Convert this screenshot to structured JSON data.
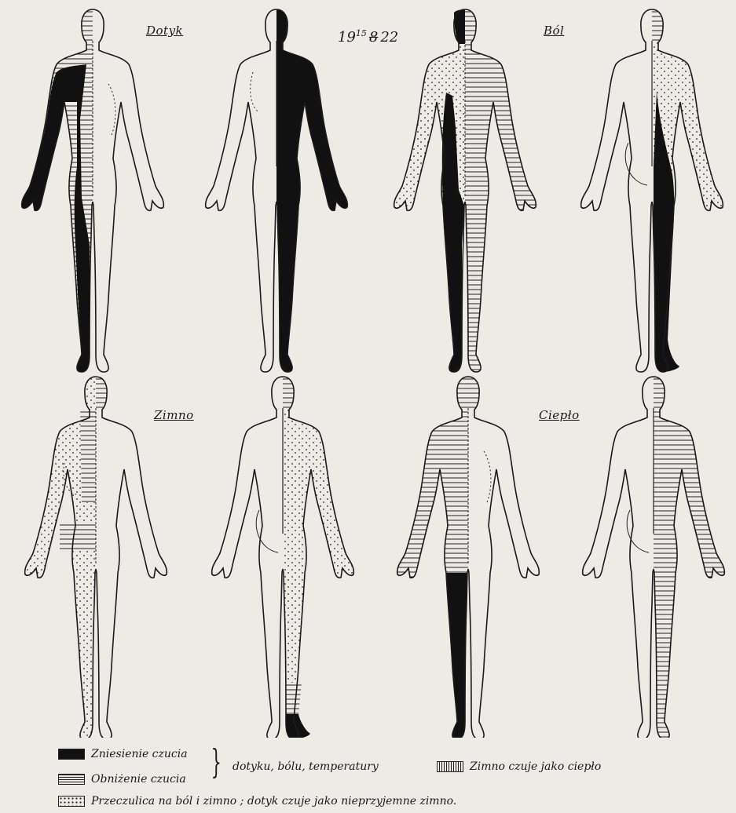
{
  "date": {
    "main": "19",
    "sup": "15",
    "mid": "8",
    "year": "22"
  },
  "captions": {
    "touch": "Dotyk",
    "pain": "Ból",
    "cold": "Zimno",
    "warmth": "Ciepło"
  },
  "legend": {
    "loss": "Zniesienie czucia",
    "reduced": "Obniżenie czucia",
    "brace_text": "dotyku, bólu, temperatury",
    "cold_as_warm": "Zimno czuje jako ciepło",
    "hyper": "Przeczulica na ból i zimno ; dotyk czuje jako nieprzyjemne zimno."
  },
  "colors": {
    "ink": "#111111",
    "paper": "#ecebe6"
  }
}
